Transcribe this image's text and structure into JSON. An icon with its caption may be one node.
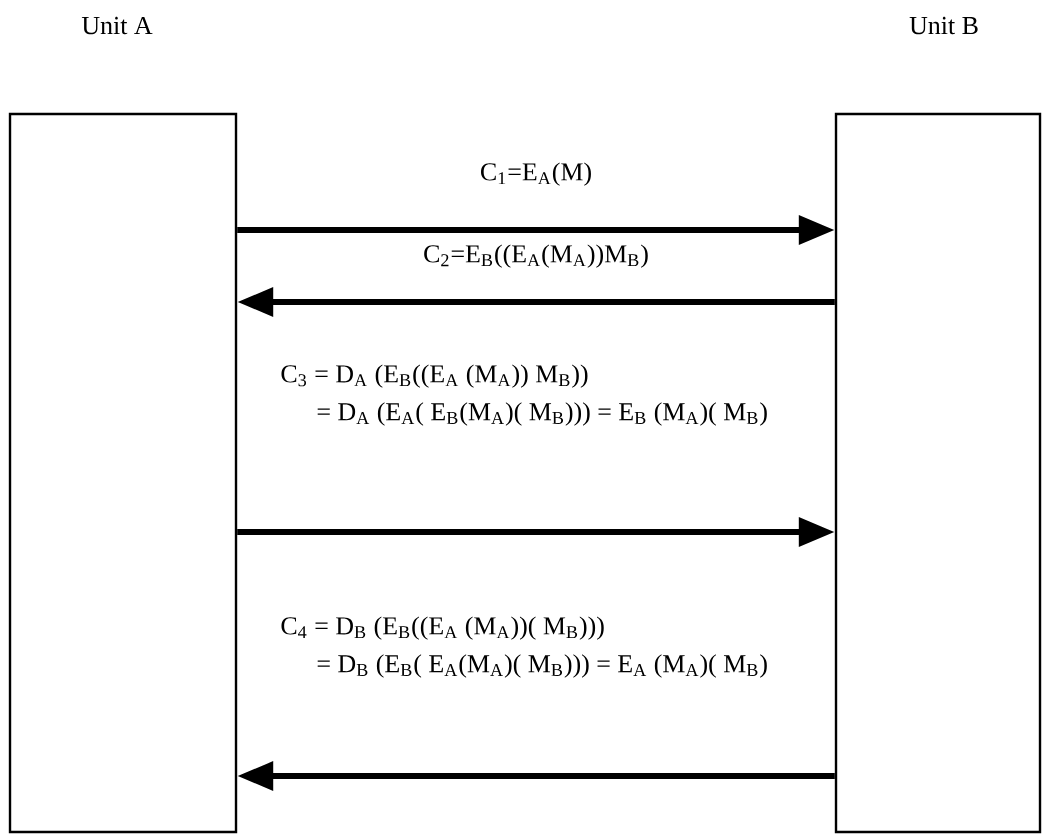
{
  "diagram": {
    "nodes": [
      {
        "text": [
          "Unit A"
        ]
      },
      {
        "text": [
          "Unit B"
        ]
      }
    ],
    "edges": [
      {
        "from": 0,
        "to": 1,
        "arrow": "to",
        "label": "C$_{1}$=E$_{A}$(M)"
      },
      {
        "from": 1,
        "to": 0,
        "arrow": "to",
        "label": "C$_{2}$=E$_{B}$((E$_{A}$(M$_{A}$))M$_{B}$)"
      },
      {
        "from": 0,
        "to": 1,
        "arrow": "to",
        "label": "C$_{3}$ = D$_{A}$ (E$_{B}$((E$_{A}$ (M$_{A}$)) M$_{B}$)) = D$_{A}$ (E$_{A}$( E$_{B}$(M$_{A}$)( M$_{B}$))) = E$_{B}$ (M$_{A}$)( M$_{B}$)"
      },
      {
        "from": 1,
        "to": 0,
        "arrow": "to",
        "label": "C$_{4}$ = D$_{B}$ (E$_{B}$((E$_{A}$ (M$_{A}$))( M$_{B}$))) = D$_{B}$ (E$_{B}$( E$_{A}$(M$_{A}$)( M$_{B}$))) = E$_{A}$ (M$_{A}$)( M$_{B}$)"
      }
    ]
  }
}
